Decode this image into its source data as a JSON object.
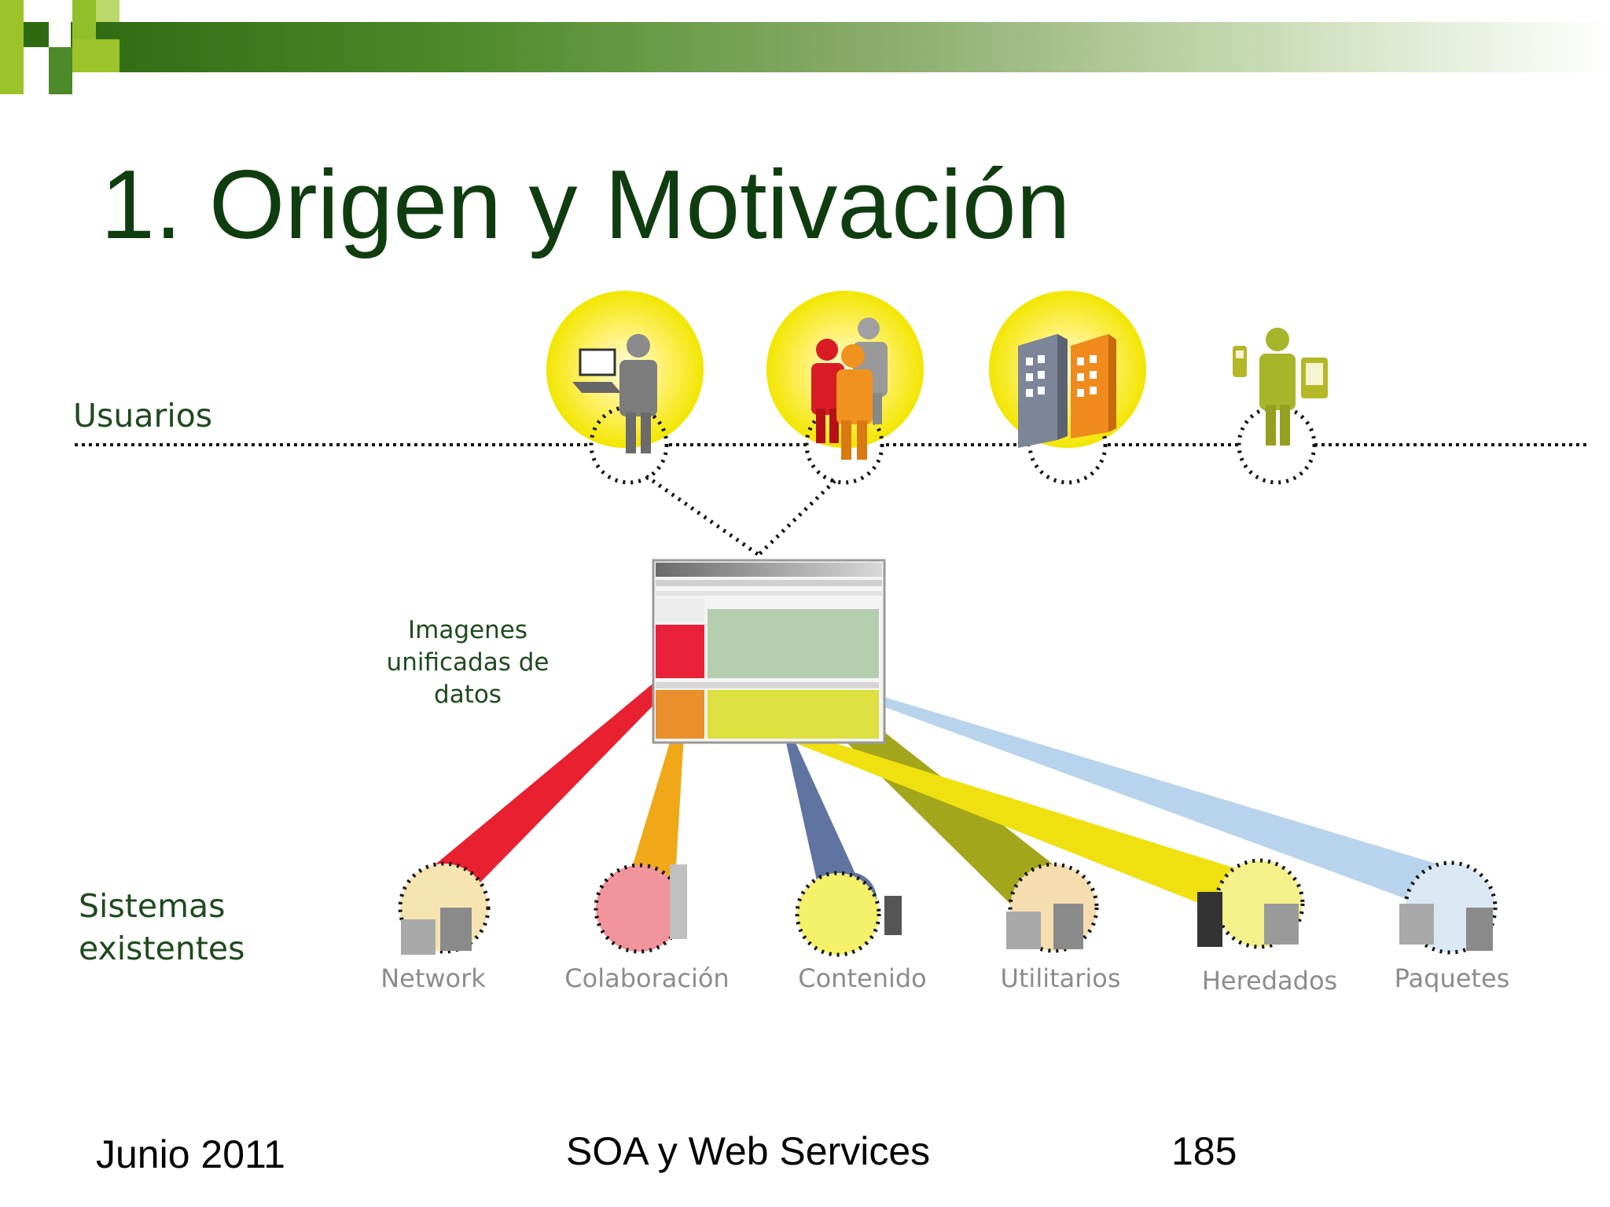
{
  "slide": {
    "title": "1. Origen y Motivación"
  },
  "diagram": {
    "users_label": "Usuarios",
    "systems_label_line1": "Sistemas",
    "systems_label_line2": "existentes",
    "center_label_line1": "Imagenes",
    "center_label_line2": "unificadas de",
    "center_label_line3": "datos",
    "user_icons": [
      "laptop-user-icon",
      "user-group-icon",
      "buildings-icon",
      "mobile-user-icon"
    ],
    "systems": [
      {
        "label": "Network",
        "color": "#e8202f"
      },
      {
        "label": "Colaboración",
        "color": "#f0a818"
      },
      {
        "label": "Contenido",
        "color": "#5f74a0"
      },
      {
        "label": "Utilitarios",
        "color": "#a3a61a"
      },
      {
        "label": "Heredados",
        "color": "#f0e010"
      },
      {
        "label": "Paquetes",
        "color": "#b8d4ec"
      }
    ]
  },
  "footer": {
    "date": "Junio 2011",
    "course": "SOA y Web Services",
    "page": "185"
  },
  "colors": {
    "title": "#0f3d0f",
    "header_gradient_start": "#2f6a12",
    "highlight": "#f8f000"
  }
}
